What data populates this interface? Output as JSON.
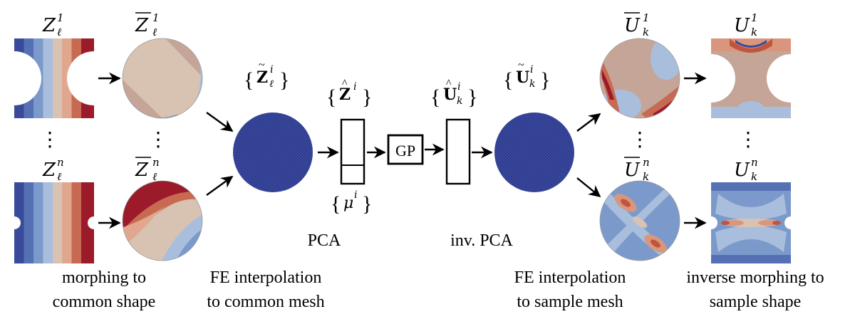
{
  "inputs": {
    "top_label": "Z",
    "top_sub": "ℓ",
    "top_sup": "1",
    "bottom_label": "Z",
    "bottom_sub": "ℓ",
    "bottom_sup": "n",
    "morphed_top_label": "Z",
    "morphed_top_sub": "ℓ",
    "morphed_top_sup": "1",
    "morphed_bottom_label": "Z",
    "morphed_bottom_sub": "ℓ",
    "morphed_bottom_sup": "n"
  },
  "pipeline": {
    "z_tilde_set": {
      "open": "{",
      "symbol": "Z",
      "sub": "ℓ",
      "sup": "i",
      "close": "}"
    },
    "z_hat_set": {
      "open": "{",
      "symbol": "Z",
      "sup": "i",
      "close": "}"
    },
    "mu_set": {
      "open": "{",
      "symbol": "μ",
      "sup": "i",
      "close": "}"
    },
    "gp_label": "GP",
    "u_hat_set": {
      "open": "{",
      "symbol": "U",
      "sub": "k",
      "sup": "i",
      "close": "}"
    },
    "u_tilde_set": {
      "open": "{",
      "symbol": "U",
      "sub": "k",
      "sup": "i",
      "close": "}"
    },
    "pca_label": "PCA",
    "inv_pca_label": "inv. PCA"
  },
  "outputs": {
    "morphed_top_label": "U",
    "morphed_top_sub": "k",
    "morphed_top_sup": "1",
    "morphed_bottom_label": "U",
    "morphed_bottom_sub": "k",
    "morphed_bottom_sup": "n",
    "top_label": "U",
    "top_sub": "k",
    "top_sup": "1",
    "bottom_label": "U",
    "bottom_sub": "k",
    "bottom_sup": "n"
  },
  "captions": {
    "morph_line1": "morphing to",
    "morph_line2": "common shape",
    "fe1_line1": "FE interpolation",
    "fe1_line2": "to common mesh",
    "fe2_line1": "FE interpolation",
    "fe2_line2": "to sample mesh",
    "inv_morph_line1": "inverse morphing to",
    "inv_morph_line2": "sample shape"
  },
  "vdots": "⋮",
  "colors": {
    "dark_blue": "#3a4a9a",
    "mid_blue": "#6d8fc6",
    "light_blue": "#a9bedc",
    "neutral": "#d8c3b2",
    "light_red": "#d9967c",
    "mid_red": "#c0553f",
    "dark_red": "#9b1b2a",
    "mesh_blue": "#2c3a8c"
  }
}
